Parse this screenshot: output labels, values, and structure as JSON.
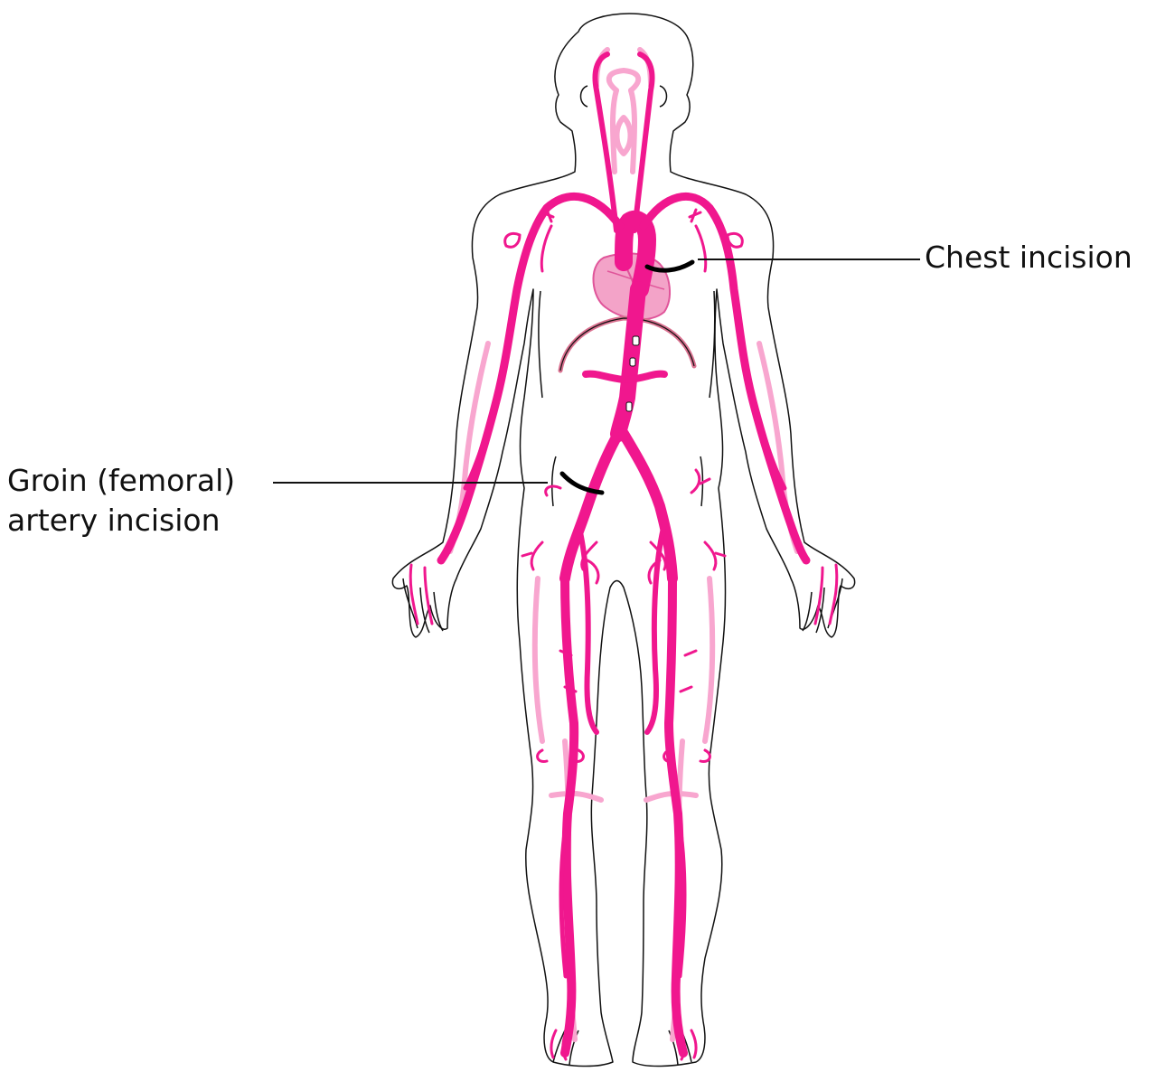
{
  "labels": {
    "chest": "Chest incision",
    "groin_line1": "Groin (femoral)",
    "groin_line2": "artery incision"
  },
  "colors": {
    "artery_main": "#f0178e",
    "artery_light": "#f8a6cf",
    "heart_fill": "#f3a3c8",
    "outline": "#111111",
    "incision": "#000000"
  },
  "icons": {
    "body": "human-body-outline",
    "heart": "heart-icon"
  }
}
